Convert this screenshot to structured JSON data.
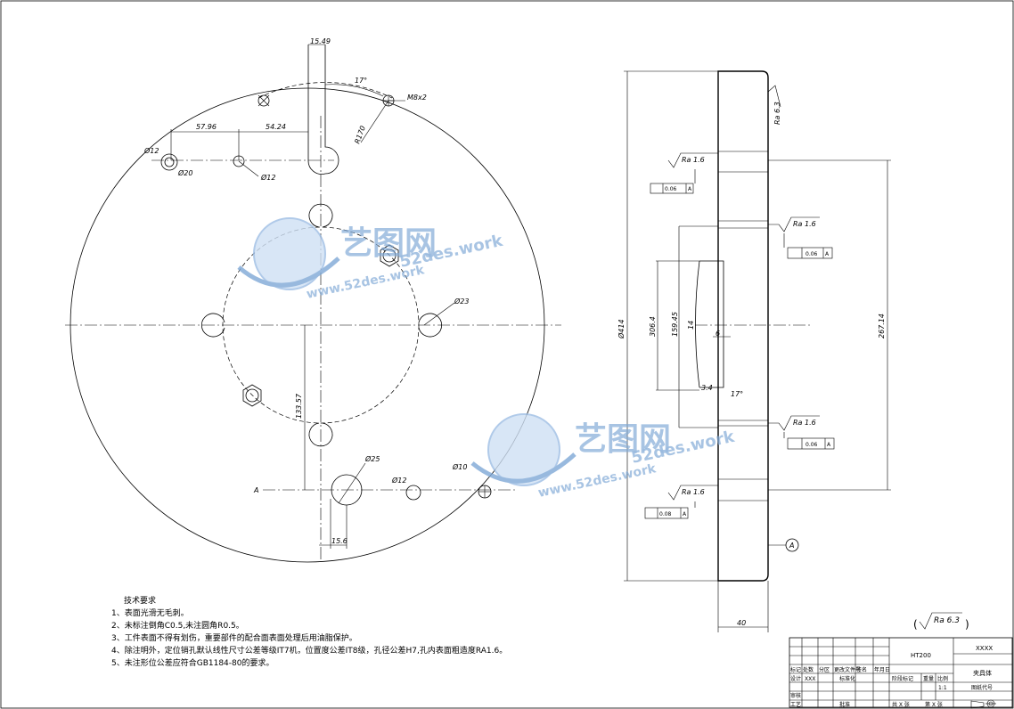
{
  "drawing": {
    "front_view": {
      "dims": {
        "slot_w": "15.49",
        "angle": "17°",
        "thread": "M8x2",
        "radius": "R170",
        "d1": "57.96",
        "d2": "54.24",
        "hole12a": "Ø12",
        "hole20": "Ø20",
        "hole12b": "Ø12",
        "hole23": "Ø23",
        "dim133": "133.57",
        "hole25": "Ø25",
        "hole12c": "Ø12",
        "hole10": "Ø10",
        "dim15": "15.6",
        "datum": "A"
      }
    },
    "side_view": {
      "ra_top": "Ra 6.3",
      "ra1": "Ra 1.6",
      "tol1": "0.06",
      "ra2": "Ra 1.6",
      "tol2": "0.06",
      "ra3": "Ra 1.6",
      "tol3": "0.06",
      "ra4": "Ra 1.6",
      "tol4": "0.08",
      "datum_ref": "A",
      "datum_ref2": "A",
      "datum_ref3": "A",
      "datum_ref4": "A",
      "dia414": "Ø414",
      "dim306": "306.4",
      "dim159": "159.45",
      "dim14": "14",
      "dim6": "6",
      "dim267": "267.14",
      "dim34": "3.4",
      "dim17": "17°",
      "width40": "40",
      "circle_a": "A"
    },
    "global_ra": "Ra 6.3"
  },
  "watermark": {
    "cn": "艺图网",
    "url1": "52des.work",
    "url2": "www.52des.work"
  },
  "notes": {
    "title": "技术要求",
    "items": [
      "1、表面光滑无毛刺。",
      "2、未标注倒角C0.5,未注圆角R0.5。",
      "3、工件表面不得有划伤，重要部件的配合面表面处理后用油脂保护。",
      "4、除注明外，定位销孔默认线性尺寸公差等级IT7机，位置度公差IT8级，孔径公差H7,孔内表面粗造度RA1.6。",
      "5、未注形位公差应符合GB1184-80的要求。"
    ]
  },
  "title_block": {
    "material": "HT200",
    "code": "XXXX",
    "name": "夹具体",
    "drawing_no": "图纸代号",
    "r_mark": "标记",
    "r_count": "处数",
    "r_zone": "分区",
    "r_change": "更改文件号",
    "r_sign": "签名",
    "r_date": "年月日",
    "design": "设计",
    "designer": "XXX",
    "standard": "标准化",
    "stage": "阶段标记",
    "weight": "重量",
    "scale": "比例",
    "scale_val": "1:1",
    "review": "审核",
    "process": "工艺",
    "approve": "批准",
    "sheets": "共  X  张",
    "sheet": "第  X  张"
  }
}
